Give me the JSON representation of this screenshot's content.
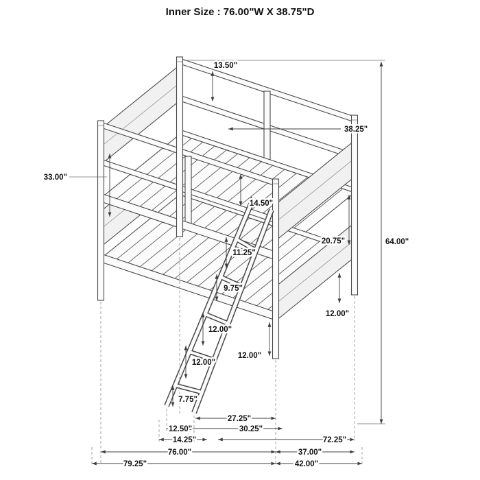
{
  "title": "Inner Size : 76.00\"W X 38.75\"D",
  "dims": {
    "rail_gap": "13.50\"",
    "top_depth": "38.25\"",
    "upper_section_height": "33.00\"",
    "guardrail_gap": "14.50\"",
    "bunk_clearance": "20.75\"",
    "overall_height": "64.00\"",
    "deck_rail_height": "11.25\"",
    "step_spacing_top": "9.75\"",
    "step_spacing_mid": "12.00\"",
    "front_leg_height": "12.00\"",
    "step_spacing_low": "12.00\"",
    "right_leg_height": "12.00\"",
    "foot_clearance": "7.75\"",
    "ladder_reach": "27.25\"",
    "ladder_spread": "30.25\"",
    "ladder_foot_offset": "12.50\"",
    "ladder_base_width": "14.25\"",
    "frame_length": "72.25\"",
    "bed_length": "76.00\"",
    "frame_depth": "37.00\"",
    "overall_length": "79.25\"",
    "overall_depth": "42.00\""
  }
}
